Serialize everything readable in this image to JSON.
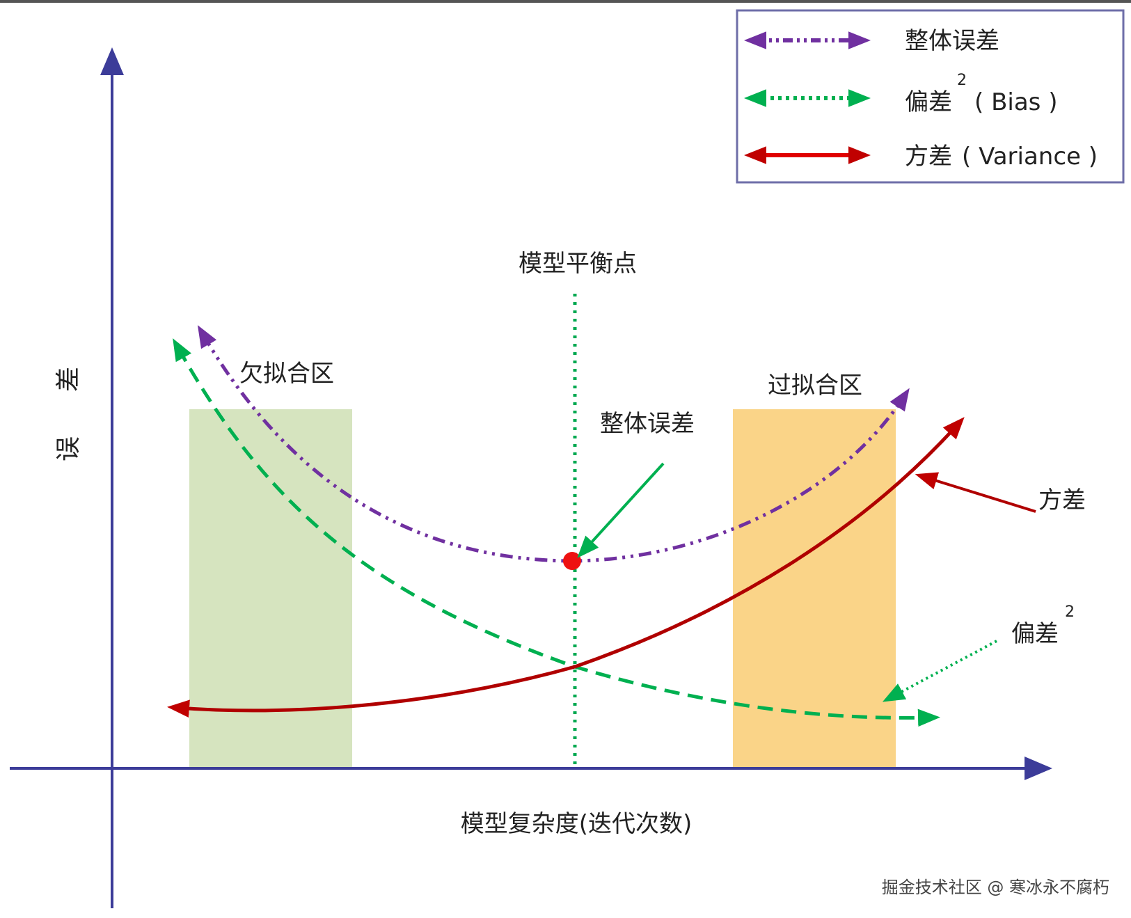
{
  "axes": {
    "y_label_chars": [
      "误",
      "差"
    ],
    "x_label": "模型复杂度(迭代次数)"
  },
  "legend": {
    "items": [
      {
        "label": "整体误差",
        "sup": "",
        "suffix": "",
        "color": "#7030a0",
        "style": "dash-dot-dot"
      },
      {
        "label": "偏差",
        "sup": "2",
        "suffix": "( Bias )",
        "color": "#00b050",
        "style": "dotted"
      },
      {
        "label": "方差",
        "sup": "",
        "suffix": "( Variance )",
        "color": "#e00000",
        "style": "solid"
      }
    ]
  },
  "annotations": {
    "balance_point": "模型平衡点",
    "underfit": "欠拟合区",
    "overfit": "过拟合区",
    "total_error": "整体误差",
    "variance": "方差",
    "bias": "偏差",
    "bias_sup": "2"
  },
  "zones": {
    "underfit_color": "#d6e4bf",
    "overfit_color": "#fad488"
  },
  "colors": {
    "axis": "#3c3c99",
    "total_error": "#7030a0",
    "bias": "#00b050",
    "variance": "#b00000",
    "balance_line": "#00a850",
    "balance_dot": "#ee1111"
  },
  "watermark": "掘金技术社区 @ 寒冰永不腐朽"
}
